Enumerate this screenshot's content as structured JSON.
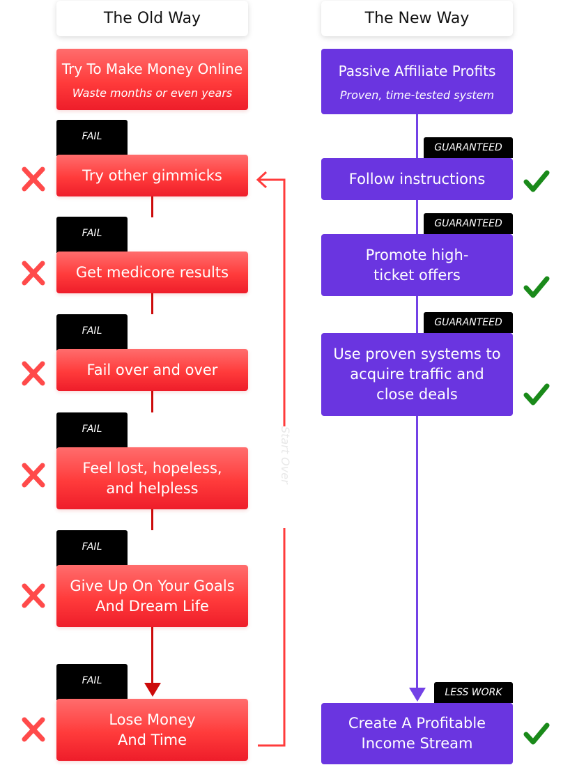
{
  "columns": {
    "old": {
      "title": "The Old Way"
    },
    "new": {
      "title": "The New Way"
    }
  },
  "old_way": {
    "start": {
      "title": "Try To Make Money Online",
      "subtitle": "Waste months or even years"
    },
    "fail_tag": "FAIL",
    "steps": [
      "Try other gimmicks",
      "Get medicore results",
      "Fail over and over",
      "Feel lost, hopeless,\nand helpless",
      "Give Up On Your Goals\nAnd Dream Life",
      "Lose Money\nAnd Time"
    ],
    "loop_label": "Start Over",
    "mark_icon": "cross-icon",
    "accent": "#ff3b3b"
  },
  "new_way": {
    "start": {
      "title": "Passive Affiliate Profits",
      "subtitle": "Proven, time-tested system"
    },
    "steps": [
      {
        "tag": "GUARANTEED",
        "label": "Follow instructions"
      },
      {
        "tag": "GUARANTEED",
        "label": "Promote high-\nticket offers"
      },
      {
        "tag": "GUARANTEED",
        "label": "Use proven systems to\nacquire traffic and\nclose deals"
      },
      {
        "tag": "LESS WORK",
        "label": "Create A Profitable\nIncome Stream"
      }
    ],
    "mark_icon": "check-icon",
    "accent": "#6a35e0"
  }
}
